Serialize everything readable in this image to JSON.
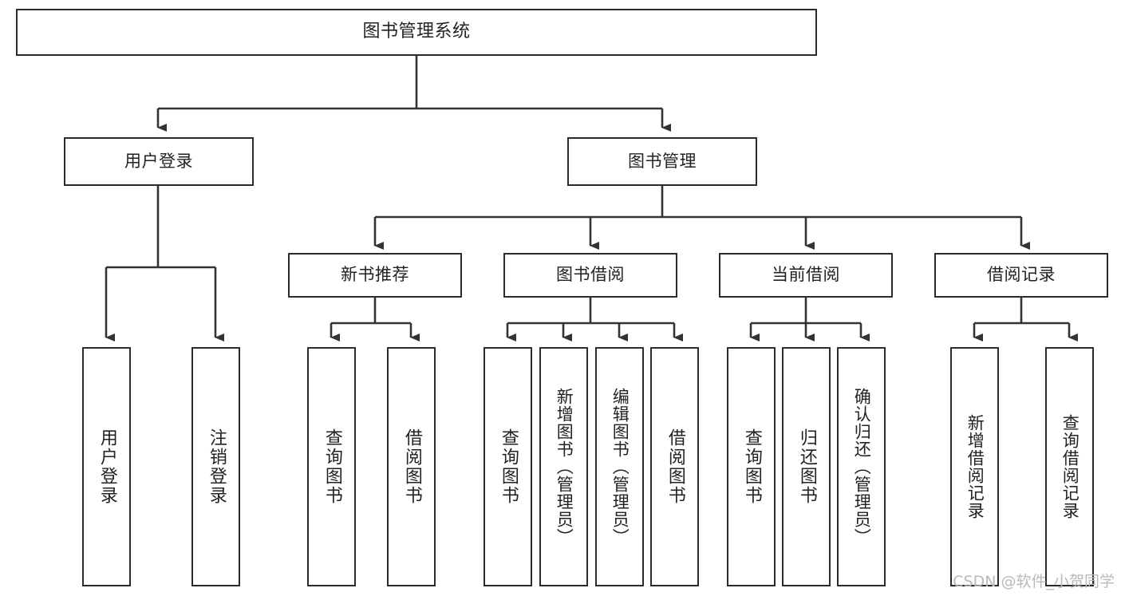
{
  "diagram": {
    "title": "图书管理系统",
    "watermark": "CSDN @软件_小贺同学",
    "root": {
      "label": "图书管理系统"
    },
    "level2": [
      {
        "label": "用户登录"
      },
      {
        "label": "图书管理"
      }
    ],
    "level3": [
      {
        "label": "新书推荐"
      },
      {
        "label": "图书借阅"
      },
      {
        "label": "当前借阅"
      },
      {
        "label": "借阅记录"
      }
    ],
    "leaves": {
      "user_login": [
        {
          "label": "用户登录"
        },
        {
          "label": "注销登录"
        }
      ],
      "new_book_recommend": [
        {
          "label": "查询图书"
        },
        {
          "label": "借阅图书"
        }
      ],
      "book_borrow": [
        {
          "label": "查询图书"
        },
        {
          "label": "新增图书（管理员）"
        },
        {
          "label": "编辑图书（管理员）"
        },
        {
          "label": "借阅图书"
        }
      ],
      "current_borrow": [
        {
          "label": "查询图书"
        },
        {
          "label": "归还图书"
        },
        {
          "label": "确认归还（管理员）"
        }
      ],
      "borrow_record": [
        {
          "label": "新增借阅记录"
        },
        {
          "label": "查询借阅记录"
        }
      ]
    },
    "colors": {
      "border": "#2b2b2b",
      "background": "#ffffff",
      "text": "#222222",
      "edge": "#333333",
      "watermark": "#b9b9b9"
    }
  }
}
